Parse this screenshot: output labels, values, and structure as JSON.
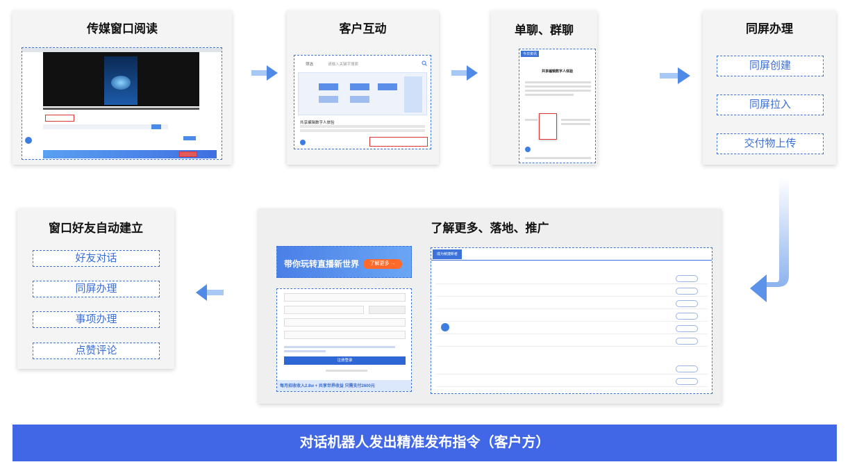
{
  "steps": {
    "s1": {
      "title": "传媒窗口阅读"
    },
    "s2": {
      "title": "客户互动"
    },
    "s3": {
      "title": "单聊、群聊"
    },
    "s4": {
      "title": "同屏办理",
      "items": [
        "同屏创建",
        "同屏拉入",
        "交付物上传"
      ]
    },
    "s5": {
      "title": "了解更多、落地、推广"
    },
    "s6": {
      "title": "窗口好友自动建立",
      "items": [
        "好友对话",
        "同屏办理",
        "事项办理",
        "点赞评论"
      ]
    }
  },
  "thumbs": {
    "s2_filter": "筛选",
    "s2_search": "请输入关键字搜索",
    "s2_post_title": "共享编辑数字人体验",
    "s3_tab": "今日资讯",
    "s3_doc_title": "共享编辑数字人体验",
    "s5_banner": "带你玩转直播新世界",
    "s5_banner_btn": "了解更多 →",
    "s5_submit": "注册登录",
    "s5_footer": "每月招收收入2.8w + 共享世界收益     只需支付2600元",
    "s5_table_tab": "成为敏捷新者"
  },
  "footer": {
    "label": "对话机器人发出精准发布指令（客户方）"
  },
  "colors": {
    "accent": "#3a72d9",
    "bar": "#4167e6",
    "arrow": "#5b93ea"
  }
}
